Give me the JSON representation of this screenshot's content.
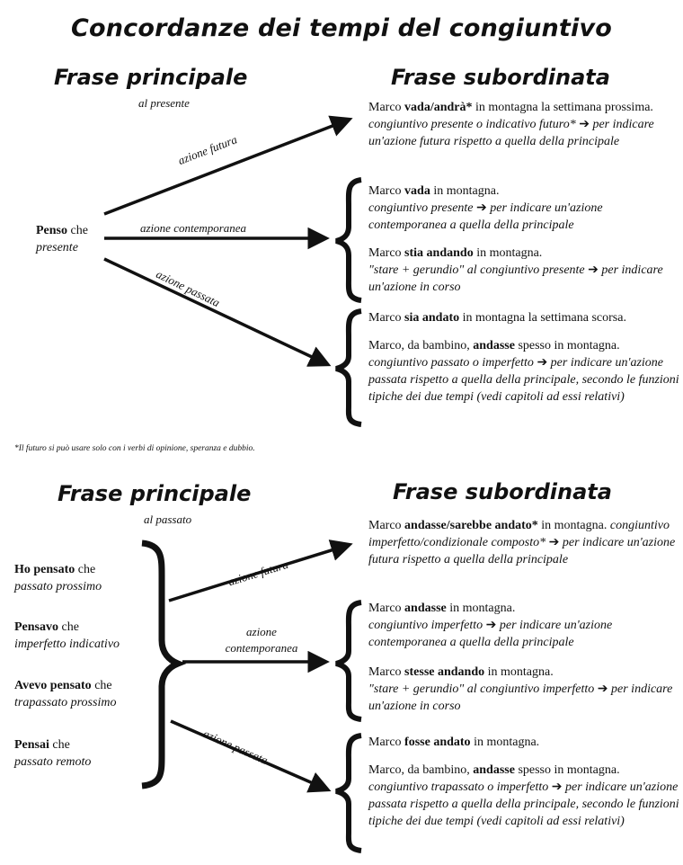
{
  "title": "Concordanze dei tempi del congiuntivo",
  "note": "*Il futuro si può usare solo con i verbi di opinione, speranza e dubbio.",
  "top": {
    "main_heading": "Frase principale",
    "main_sub": "al presente",
    "sub_heading": "Frase subordinata",
    "main_clause": {
      "verb": "Penso",
      "che": " che",
      "tense": "presente"
    },
    "labels": {
      "future": "azione futura",
      "contemporary": "azione contemporanea",
      "past": "azione passata"
    },
    "future": {
      "pre": "Marco ",
      "verb": "vada/andrà*",
      "post": " in montagna la settimana prossima. ",
      "explain": "congiuntivo presente o indicativo futuro*",
      "explain2": " per indicare un'azione futura rispetto a quella della principale"
    },
    "contemporary": [
      {
        "pre": "Marco ",
        "verb": "vada",
        "post": " in montagna.",
        "explain": "congiuntivo presente",
        "explain2": " per indicare un'azione contemporanea a quella della principale"
      },
      {
        "pre": "Marco ",
        "verb": "stia andando",
        "post": " in montagna.",
        "explain": "\"stare + gerundio\" al congiuntivo presente",
        "explain2": " per indicare un'azione in corso"
      }
    ],
    "past": [
      {
        "pre": "Marco ",
        "verb": "sia andato",
        "post": " in montagna la settimana scorsa."
      },
      {
        "pre": "Marco, da bambino, ",
        "verb": "andasse",
        "post": " spesso in montagna.",
        "explain": "congiuntivo passato o imperfetto",
        "explain2": " per indicare un'azione passata rispetto a quella della principale, secondo le funzioni tipiche dei due tempi (vedi capitoli ad essi relativi)"
      }
    ]
  },
  "bottom": {
    "main_heading": "Frase principale",
    "main_sub": "al passato",
    "sub_heading": "Frase subordinata",
    "main_clauses": [
      {
        "verb": "Ho pensato",
        "che": " che",
        "tense": "passato prossimo"
      },
      {
        "verb": "Pensavo",
        "che": " che",
        "tense": "imperfetto indicativo"
      },
      {
        "verb": "Avevo pensato",
        "che": " che",
        "tense": "trapassato prossimo"
      },
      {
        "verb": "Pensai",
        "che": " che",
        "tense": "passato remoto"
      }
    ],
    "labels": {
      "future": "azione futura",
      "contemporary_1": "azione",
      "contemporary_2": "contemporanea",
      "past": "azione passata"
    },
    "future": {
      "pre": "Marco ",
      "verb": "andasse/sarebbe andato*",
      "post": " in montagna. ",
      "explain": "congiuntivo imperfetto/condizionale composto*",
      "explain2": " per indicare un'azione futura rispetto a quella della principale"
    },
    "contemporary": [
      {
        "pre": "Marco ",
        "verb": "andasse",
        "post": " in montagna.",
        "explain": "congiuntivo imperfetto",
        "explain2": " per indicare un'azione contemporanea a quella della principale"
      },
      {
        "pre": "Marco ",
        "verb": "stesse andando",
        "post": " in montagna.",
        "explain": "\"stare + gerundio\" al congiuntivo imperfetto",
        "explain2": " per indicare un'azione in corso"
      }
    ],
    "past": [
      {
        "pre": "Marco ",
        "verb": "fosse andato",
        "post": " in montagna."
      },
      {
        "pre": "Marco, da bambino, ",
        "verb": "andasse",
        "post": " spesso in montagna.",
        "explain": "congiuntivo trapassato o imperfetto",
        "explain2": " per indicare un'azione passata rispetto a quella della principale, secondo le funzioni tipiche dei due tempi (vedi capitoli ad essi relativi)"
      }
    ]
  },
  "icons": {
    "arrow": "right-arrow-icon",
    "brace": "left-brace-icon"
  }
}
